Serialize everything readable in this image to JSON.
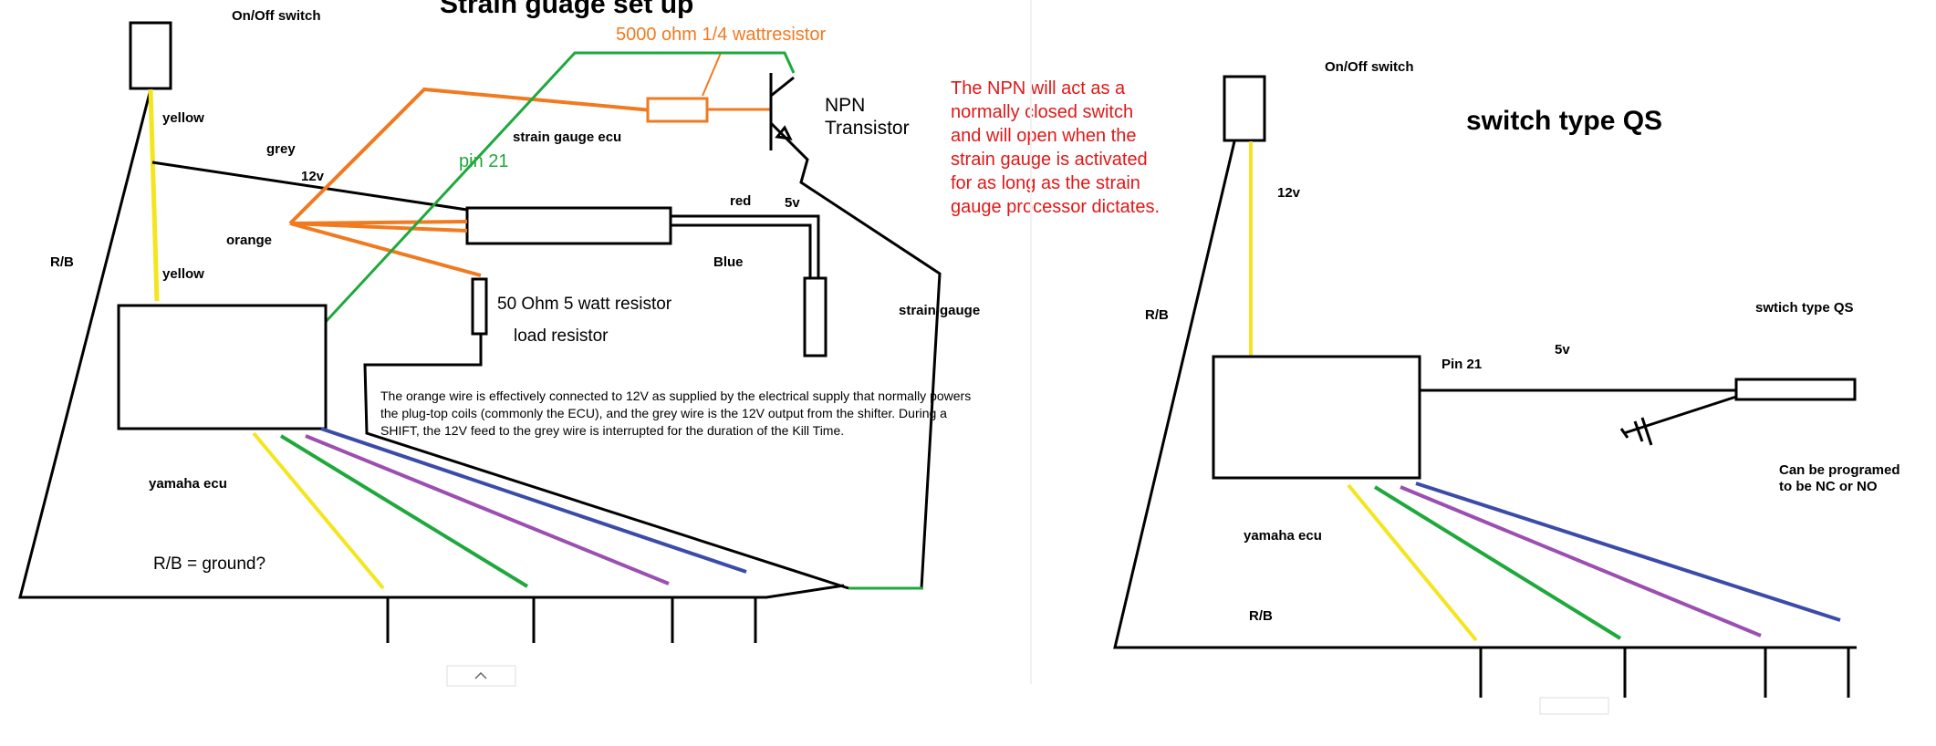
{
  "left": {
    "title": "Strain guage set up",
    "on_off_switch": "On/Off switch",
    "yellow_top": "yellow",
    "yellow_bottom": "yellow",
    "grey": "grey",
    "v12": "12v",
    "orange": "orange",
    "rb": "R/B",
    "resistor_5000": "5000 ohm 1/4 wattresistor",
    "npn_line1": "NPN",
    "npn_line2": "Transistor",
    "strain_ecu": "strain gauge ecu",
    "pin21": "pin 21",
    "red": "red",
    "v5": "5v",
    "blue": "Blue",
    "strain_gauge": "strain gauge",
    "resistor_50": "50 Ohm 5 watt resistor",
    "load_resistor": "load resistor",
    "yamaha_ecu": "yamaha ecu",
    "rb_ground": "R/B  = ground?",
    "note_lines": [
      "The orange wire is effectively connected to 12V as supplied by the electrical supply that normally powers",
      "the plug-top coils (commonly the ECU), and the grey wire is the 12V output from the shifter.  During a",
      "SHIFT, the 12V feed to the grey wire is interrupted for the duration of the Kill Time."
    ]
  },
  "red_note_lines": [
    "The NPN will act as a",
    "normally closed switch",
    "and will open when the",
    "strain gauge is activated",
    "for as long as the strain",
    "gauge processor dictates."
  ],
  "right": {
    "title": "switch type QS",
    "on_off_switch": "On/Off switch",
    "v12": "12v",
    "rb": "R/B",
    "pin21": "Pin 21",
    "v5": "5v",
    "switch_label": "swtich type QS",
    "programmable_line1": "Can be programed",
    "programmable_line2": "to be NC or NO",
    "yamaha_ecu": "yamaha ecu",
    "rb_bottom": "R/B"
  },
  "colors": {
    "orange": "#f07a20",
    "green": "#1fa83c",
    "yellow": "#f5e51e",
    "purple": "#9b4fb0",
    "blue": "#3b4ba8",
    "red_text": "#e01818"
  }
}
